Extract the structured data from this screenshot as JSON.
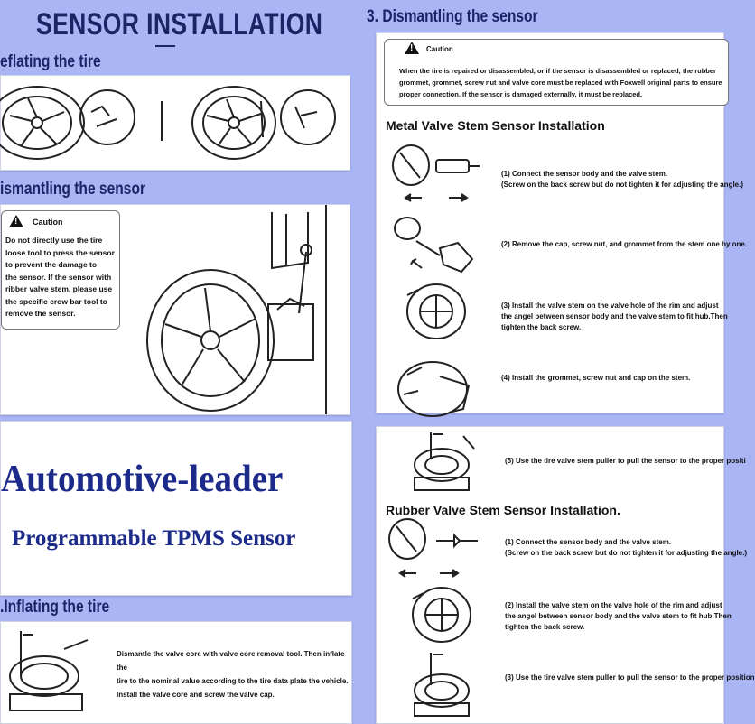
{
  "header": {
    "title": "SENSOR INSTALLATION"
  },
  "sections": {
    "deflating": {
      "title": "eflating the tire"
    },
    "dismantling_left": {
      "title": "ismantling the sensor",
      "caution_label": "Caution",
      "caution_lines": [
        "Do not directly use the tire",
        "loose tool to press the sensor",
        "to prevent the damage to",
        "the sensor. If the sensor with",
        "ribber valve stem, please use",
        "the specific crow bar tool to",
        "remove the sensor."
      ]
    },
    "brand": {
      "name": "Automotive-leader",
      "tagline": "Programmable TPMS Sensor"
    },
    "inflating": {
      "title": ".Inflating the tire",
      "lines": [
        "Dismantle the valve core with valve core removal tool. Then inflate the",
        "tire to the nominal value according to the tire data plate the vehicle.",
        "Install the valve core and screw the valve cap."
      ]
    },
    "dismantling_right": {
      "title": "3. Dismantling the sensor",
      "caution_label": "Caution",
      "caution_lines": [
        "When the tire is repaired or disassembled, or if the sensor is disassembled or replaced, the rubber",
        "grommet, grommet, screw nut and valve core must be replaced with Foxwell original parts to ensure",
        "proper connection. If the sensor is damaged externally, it must be replaced."
      ]
    },
    "metal_install": {
      "title": "Metal Valve Stem Sensor Installation",
      "steps": [
        [
          "(1) Connect the sensor body and the valve stem.",
          "(Screw on the back screw but do not tighten it for adjusting the angle.)"
        ],
        [
          "(2) Remove the cap, screw nut, and grommet from the stem one by one."
        ],
        [
          "(3) Install the valve stem on the valve hole of the rim and adjust",
          "the angel between sensor body and the valve stem to fit hub.Then",
          "tighten the back screw."
        ],
        [
          "(4) Install the grommet, screw nut and cap on the stem."
        ]
      ]
    },
    "rubber_install": {
      "step5": "(5) Use the tire valve stem puller to pull the sensor to the proper positi",
      "title": "Rubber Valve Stem Sensor Installation.",
      "steps": [
        [
          "(1) Connect the sensor body and the valve stem.",
          "(Screw on the back screw but do not tighten it for adjusting the angle.)"
        ],
        [
          "(2) Install the valve stem on the valve hole of the rim and adjust",
          "the angel between sensor body and the valve stem to fit hub.Then",
          "tighten the back screw."
        ],
        [
          "(3) Use the tire valve stem puller to pull the sensor to the proper position"
        ]
      ]
    }
  },
  "colors": {
    "background": "#a9b5f5",
    "title": "#1c2466",
    "brand": "#1c2a8a"
  }
}
